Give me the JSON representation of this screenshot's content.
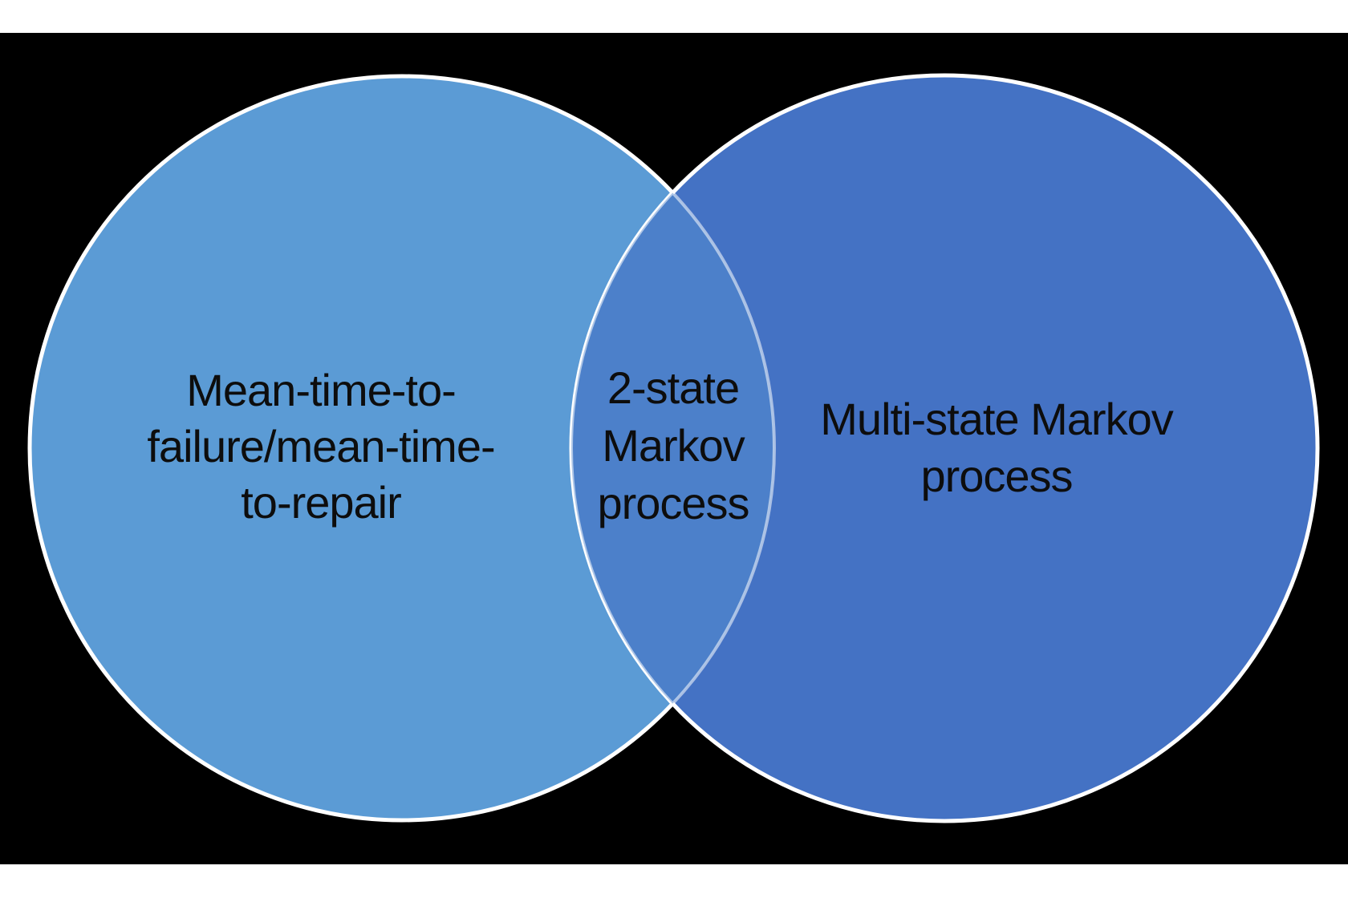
{
  "diagram": {
    "type": "venn",
    "page_background": "#ffffff",
    "banner_background": "#000000",
    "text_color": "#0d0d0d",
    "outline_color": "#ffffff",
    "sets": [
      {
        "id": "left",
        "label": "Mean-time-to-failure/mean-time-to-repair",
        "color": "#5B9BD5",
        "lines": [
          "Mean-time-to-",
          "failure/mean-time-",
          "to-repair"
        ]
      },
      {
        "id": "right",
        "label": "Multi-state Markov process",
        "color": "#4472C4",
        "lines": [
          "Multi-state Markov",
          "process"
        ]
      }
    ],
    "intersection": {
      "label": "2-state Markov process",
      "color": "#4C80CA",
      "lines": [
        "2-state",
        "Markov",
        "process"
      ]
    }
  }
}
